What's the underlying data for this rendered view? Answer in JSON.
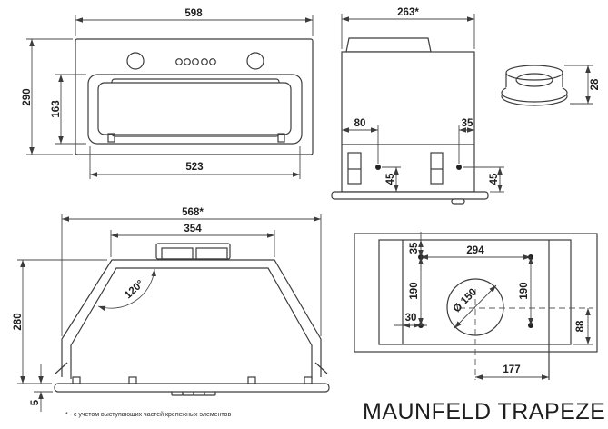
{
  "drawing": {
    "product_name": "MAUNFELD TRAPEZE",
    "footnote": "* - с учетом выступающих частей крепежных элементов",
    "line_color": "#3c3c3c",
    "views": {
      "front": {
        "width": "598",
        "height": "290",
        "filter_height": "163",
        "filter_width": "523"
      },
      "side": {
        "depth": "263*",
        "left_offset": "80",
        "right_offset": "35",
        "left_drop": "45",
        "right_drop": "45"
      },
      "flange": {
        "height": "28"
      },
      "section": {
        "overall_width": "568*",
        "top_width": "354",
        "height": "280",
        "flange_thickness": "5",
        "angle": "120°"
      },
      "top": {
        "edge_to_hole": "35",
        "hole_spacing_x": "294",
        "hole_spacing_y_left": "190",
        "hole_spacing_y_right": "190",
        "side_to_hole": "30",
        "duct_diameter": "Ø 150",
        "center_to_back": "88",
        "center_to_side": "177"
      }
    }
  }
}
